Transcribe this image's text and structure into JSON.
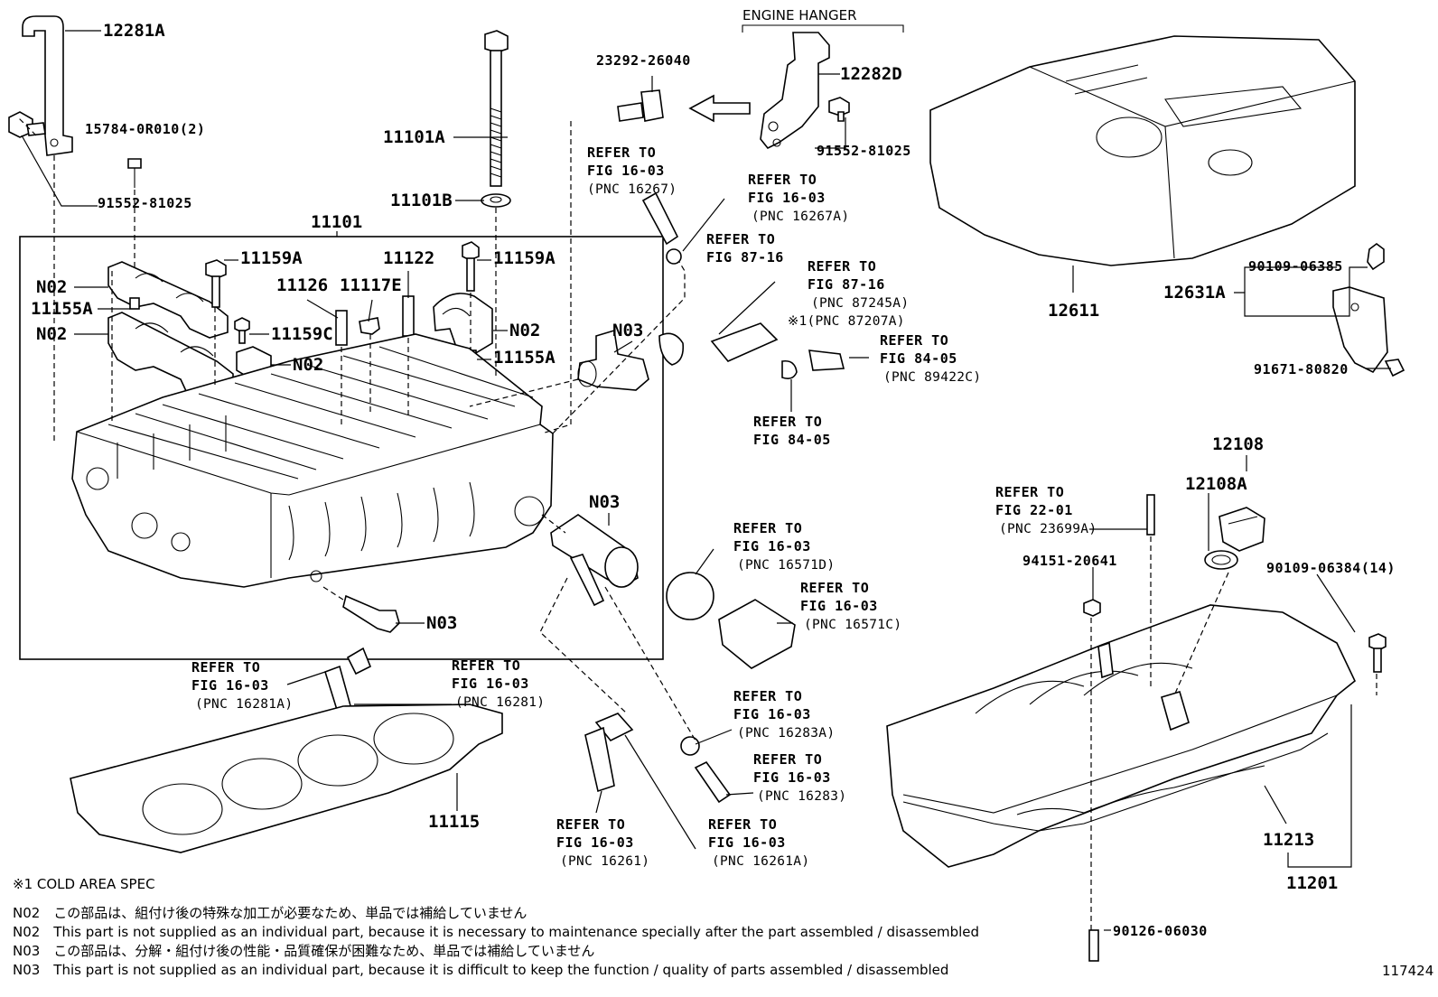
{
  "labels": {
    "p12281A": "12281A",
    "p15784": "15784-0R010(2)",
    "p91552a": "91552-81025",
    "p11101A": "11101A",
    "p11101B": "11101B",
    "p11101": "11101",
    "p11159A_left": "11159A",
    "p11159A_right": "11159A",
    "p11122": "11122",
    "p11126": "11126",
    "p11117E": "11117E",
    "p11159C": "11159C",
    "p11155A_left": "11155A",
    "p11155A_right": "11155A",
    "N02_a": "N02",
    "N02_b": "N02",
    "N02_c": "N02",
    "N02_d": "N02",
    "N03_a": "N03",
    "N03_b": "N03",
    "N03_c": "N03",
    "p23292": "23292-26040",
    "p12282D": "12282D",
    "p91552b": "91552-81025",
    "p12611": "12611",
    "p12631A": "12631A",
    "p90109_06385": "90109-06385",
    "p91671": "91671-80820",
    "p12108": "12108",
    "p12108A": "12108A",
    "p94151": "94151-20641",
    "p90109_06384": "90109-06384(14)",
    "p11213": "11213",
    "p11201": "11201",
    "p90126": "90126-06030",
    "p11115": "11115",
    "diagram_id": "117424"
  },
  "engine_hanger": "ENGINE HANGER",
  "refs": [
    {
      "l1": "REFER TO",
      "l2": "FIG 16-03",
      "l3": "(PNC 16267)"
    },
    {
      "l1": "REFER TO",
      "l2": "FIG 16-03",
      "l3": "(PNC 16267A)"
    },
    {
      "l1": "REFER TO",
      "l2": "FIG 87-16",
      "l3": ""
    },
    {
      "l1": "REFER TO",
      "l2": "FIG 87-16",
      "l3": "(PNC 87245A)",
      "l4": "※1(PNC 87207A)"
    },
    {
      "l1": "REFER TO",
      "l2": "FIG 84-05",
      "l3": "(PNC 89422C)"
    },
    {
      "l1": "REFER TO",
      "l2": "FIG 84-05",
      "l3": ""
    },
    {
      "l1": "REFER TO",
      "l2": "FIG 16-03",
      "l3": "(PNC 16571D)"
    },
    {
      "l1": "REFER TO",
      "l2": "FIG 16-03",
      "l3": "(PNC 16571C)"
    },
    {
      "l1": "REFER TO",
      "l2": "FIG 16-03",
      "l3": "(PNC 16283A)"
    },
    {
      "l1": "REFER TO",
      "l2": "FIG 16-03",
      "l3": "(PNC 16283)"
    },
    {
      "l1": "REFER TO",
      "l2": "FIG 16-03",
      "l3": "(PNC 16261)"
    },
    {
      "l1": "REFER TO",
      "l2": "FIG 16-03",
      "l3": "(PNC 16261A)"
    },
    {
      "l1": "REFER TO",
      "l2": "FIG 16-03",
      "l3": "(PNC 16281A)"
    },
    {
      "l1": "REFER TO",
      "l2": "FIG 16-03",
      "l3": "(PNC 16281)"
    },
    {
      "l1": "REFER TO",
      "l2": "FIG 22-01",
      "l3": "(PNC 23699A)"
    }
  ],
  "notes": {
    "cold_spec": "※1 COLD AREA SPEC",
    "n02_jp": "N02　この部品は、組付け後の特殊な加工が必要なため、単品では補給していません",
    "n02_en": "N02　This part is not supplied as an individual part, because it is necessary to maintenance specially after the part assembled / disassembled",
    "n03_jp": "N03　この部品は、分解・組付け後の性能・品質確保が困難なため、単品では補給していません",
    "n03_en": "N03　This part is not supplied as an individual part, because it is difficult to keep the function / quality of parts  assembled / disassembled"
  }
}
